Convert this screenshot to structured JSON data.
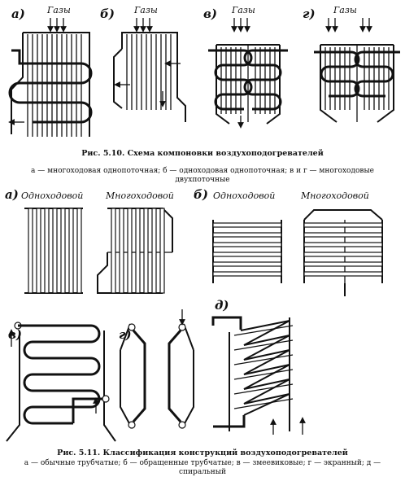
{
  "fig_5_10": {
    "labels": [
      "а)",
      "б)",
      "в)",
      "г)"
    ],
    "gas_label": "Газы",
    "caption": "Рис. 5.10. Схема компоновки воздухоподогревателей",
    "legend": "а — многоходовая однопоточная; б — одноходовая однопоточная; в и г — многоходовые двухпоточные"
  },
  "fig_5_11": {
    "labels": [
      "а)",
      "б)",
      "в)",
      "г)",
      "д)"
    ],
    "single_pass": "Одноходовой",
    "multi_pass": "Многоходовой",
    "caption": "Рис. 5.11. Классификация конструкций воздухоподогревателей",
    "legend": "а — обычные трубчатые; б — обращенные трубчатые; в — змеевиковые; г — экранный; д — спиральный"
  }
}
